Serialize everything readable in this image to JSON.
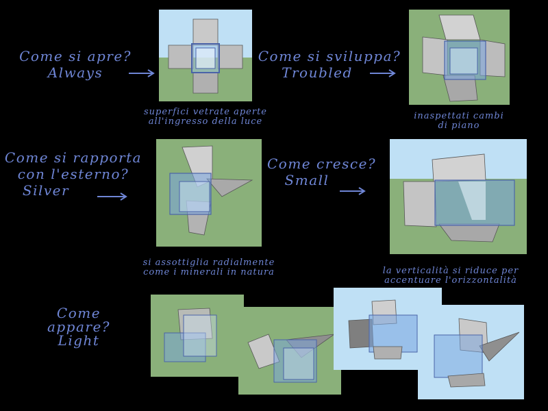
{
  "colors": {
    "text": "#6f86d6",
    "sky": "#bfe0f5",
    "grass": "#8ab07a",
    "background": "#000000"
  },
  "rows": [
    {
      "question": "Come si apre?",
      "answer": "Always",
      "caption_line1": "superfici vetrate aperte",
      "caption_line2": "all'ingresso della luce"
    },
    {
      "question": "Come si sviluppa?",
      "answer": "Troubled",
      "caption_line1": "inaspettati cambi",
      "caption_line2": "di piano"
    },
    {
      "question_line1": "Come si rapporta",
      "question_line2": "con l'esterno?",
      "answer": "Silver",
      "caption_line1": "si assottiglia radialmente",
      "caption_line2": "come i minerali in natura"
    },
    {
      "question": "Come cresce?",
      "answer": "Small",
      "caption_line1": "la verticalità si riduce per",
      "caption_line2": "accentuare l'orizzontalità"
    },
    {
      "question_line1": "Come",
      "question_line2": "appare?",
      "answer": "Light"
    }
  ]
}
